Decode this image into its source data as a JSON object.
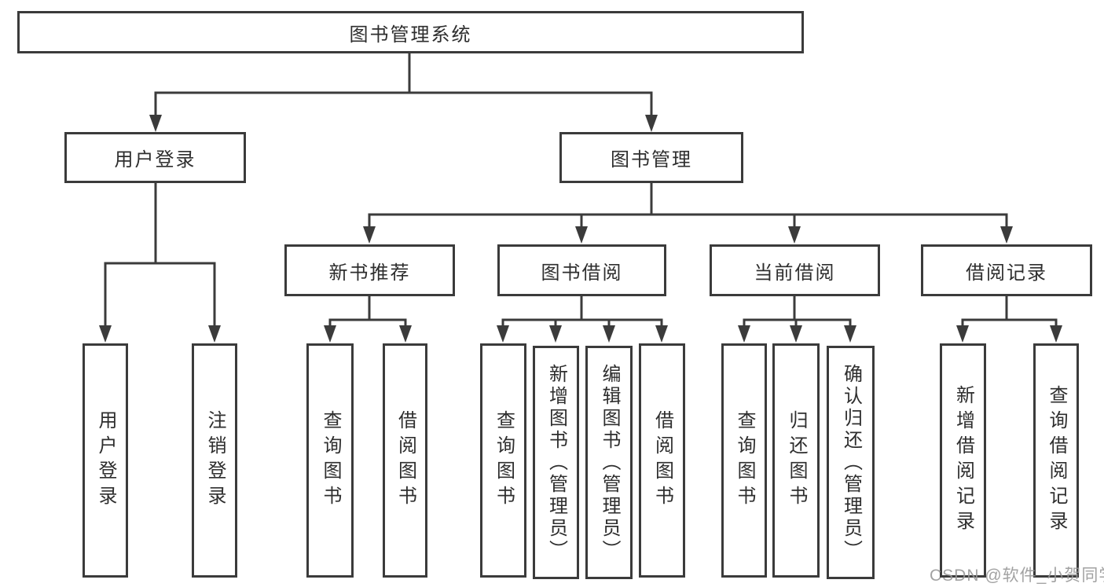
{
  "tree": {
    "root": {
      "label": "图书管理系统",
      "children": [
        {
          "label": "用户登录",
          "children": [
            {
              "label": "用户登录"
            },
            {
              "label": "注销登录"
            }
          ]
        },
        {
          "label": "图书管理",
          "children": [
            {
              "label": "新书推荐",
              "children": [
                {
                  "label": "查询图书"
                },
                {
                  "label": "借阅图书"
                }
              ]
            },
            {
              "label": "图书借阅",
              "children": [
                {
                  "label": "查询图书"
                },
                {
                  "label": "新增图书（管理员）"
                },
                {
                  "label": "编辑图书（管理员）"
                },
                {
                  "label": "借阅图书"
                }
              ]
            },
            {
              "label": "当前借阅",
              "children": [
                {
                  "label": "查询图书"
                },
                {
                  "label": "归还图书"
                },
                {
                  "label": "确认归还（管理员）"
                }
              ]
            },
            {
              "label": "借阅记录",
              "children": [
                {
                  "label": "新增借阅记录"
                },
                {
                  "label": "查询借阅记录"
                }
              ]
            }
          ]
        }
      ]
    }
  },
  "colors": {
    "line": "#3b3b3b",
    "text": "#2e2e2e",
    "watermark": "#989898",
    "background": "#ffffff"
  },
  "watermark": {
    "text": "CSDN @软件_小贺同学"
  }
}
